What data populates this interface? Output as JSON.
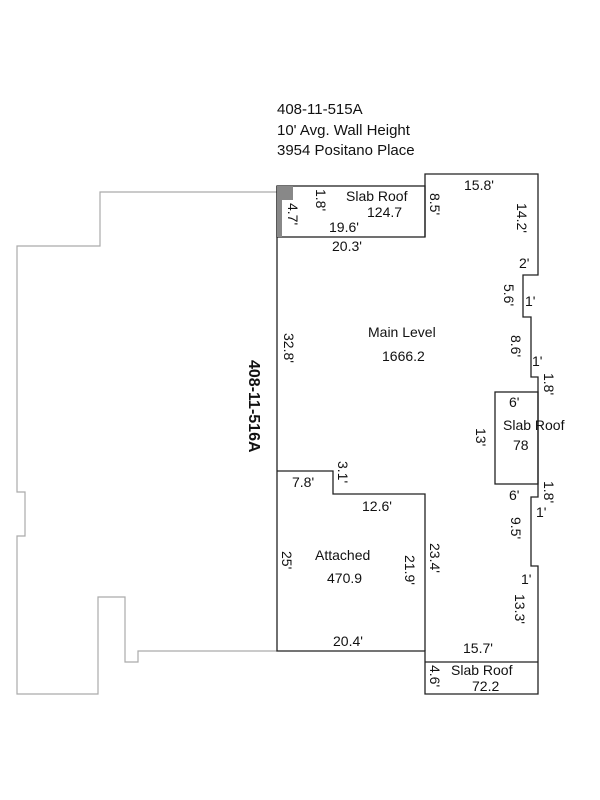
{
  "header": {
    "parcel": "408-11-515A",
    "wall_height": "10' Avg. Wall Height",
    "address": "3954 Positano Place"
  },
  "neighbor_parcel": "408-11-516A",
  "areas": {
    "top_slab": {
      "label": "Slab Roof",
      "value": "124.7"
    },
    "main": {
      "label": "Main Level",
      "value": "1666.2"
    },
    "right_slab": {
      "label": "Slab Roof",
      "value": "78"
    },
    "attached": {
      "label": "Attached",
      "value": "470.9"
    },
    "bottom_slab": {
      "label": "Slab Roof",
      "value": "72.2"
    }
  },
  "dimensions": {
    "top_slab_h": "1.8'",
    "top_slab_left": "4.7'",
    "top_slab_inner": "19.6'",
    "top_slab_bottom": "20.3'",
    "top_slab_right": "8.5'",
    "top": "15.8'",
    "right_1": "14.2'",
    "step_1": "2'",
    "right_2": "5.6'",
    "step_2": "1'",
    "right_3": "8.6'",
    "step_3": "1'",
    "right_4": "1.8'",
    "slab_top": "6'",
    "slab_side": "13'",
    "slab_bottom": "6'",
    "right_5": "1.8'",
    "step_4": "1'",
    "right_6": "9.5'",
    "step_5": "1'",
    "right_7": "13.3'",
    "bottom_right": "15.7'",
    "bottom_slab_side": "4.6'",
    "left_main": "32.8'",
    "att_top": "7.8'",
    "att_step": "3.1'",
    "att_top2": "12.6'",
    "att_left": "25'",
    "att_right": "21.9'",
    "main_inner": "23.4'",
    "att_bottom": "20.4'"
  }
}
